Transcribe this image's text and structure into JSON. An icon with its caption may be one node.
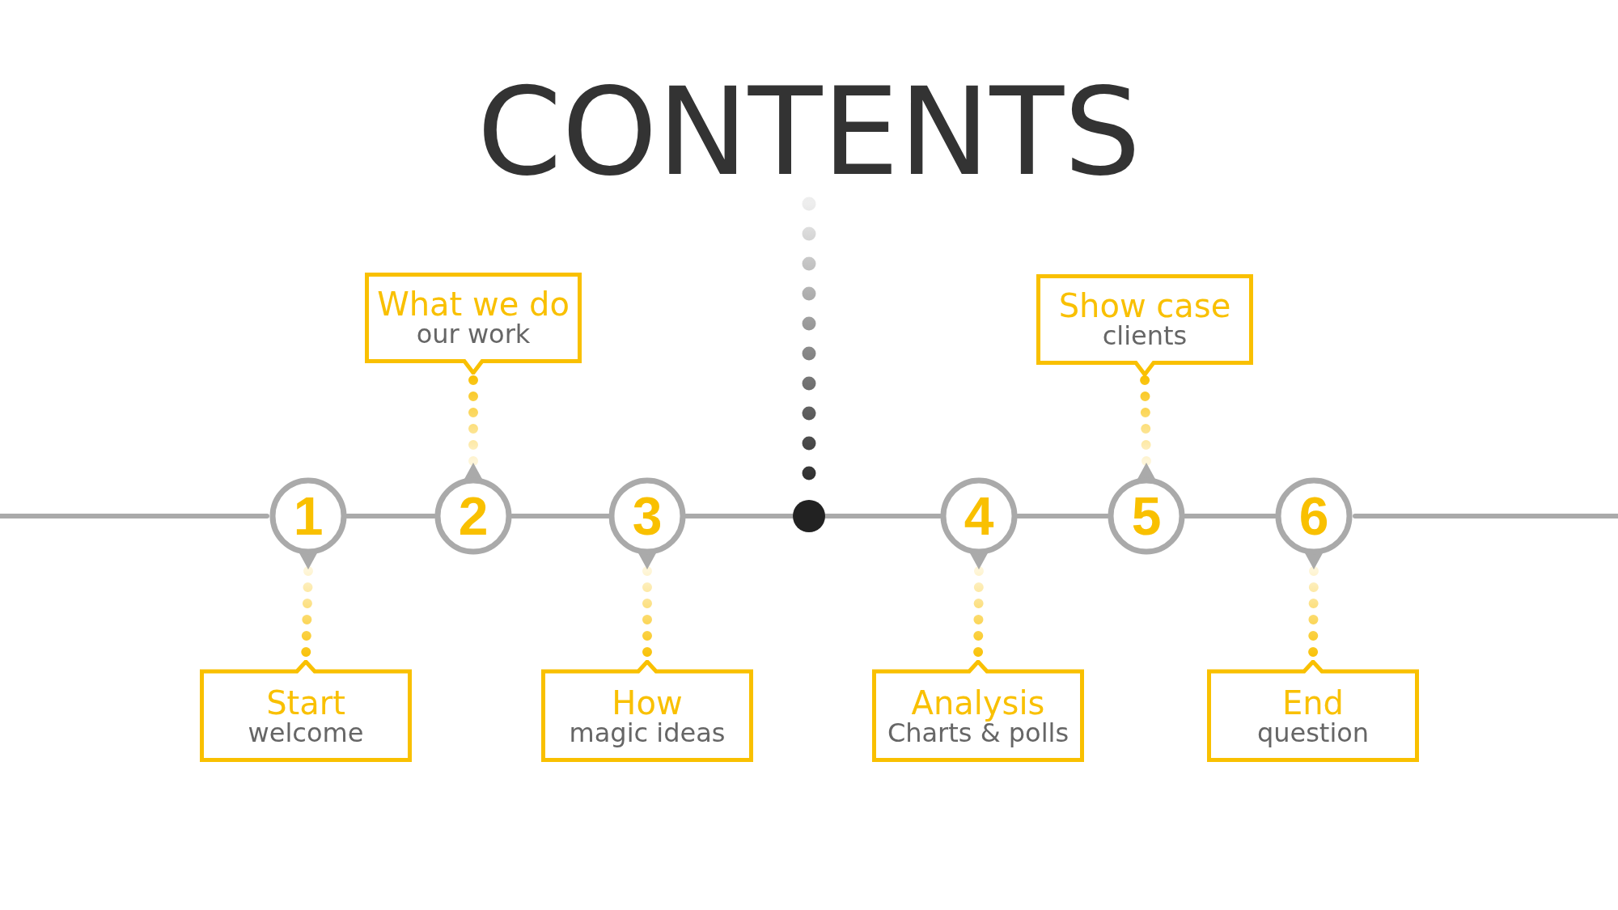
{
  "diagram": {
    "title": "CONTENTS",
    "nodes": [
      {
        "text": [
          "1"
        ]
      },
      {
        "text": [
          "Start",
          "welcome"
        ]
      },
      {
        "text": [
          "2"
        ]
      },
      {
        "text": [
          "What we do",
          "our work"
        ]
      },
      {
        "text": [
          "3"
        ]
      },
      {
        "text": [
          "How",
          "magic ideas"
        ]
      },
      {
        "text": [],
        "shape": "circle"
      },
      {
        "text": [
          "4"
        ]
      },
      {
        "text": [
          "Analysis",
          "Charts & polls"
        ]
      },
      {
        "text": [
          "5"
        ]
      },
      {
        "text": [
          "Show case",
          "clients"
        ]
      },
      {
        "text": [
          "6"
        ]
      },
      {
        "text": [
          "End",
          "question"
        ]
      }
    ],
    "edges": [
      {
        "from": null,
        "to": 0,
        "arrow": "none"
      },
      {
        "from": 0,
        "to": 2,
        "arrow": "none"
      },
      {
        "from": 2,
        "to": 4,
        "arrow": "none"
      },
      {
        "from": 4,
        "to": 6,
        "arrow": "none"
      },
      {
        "from": 6,
        "to": 7,
        "arrow": "none"
      },
      {
        "from": 7,
        "to": 9,
        "arrow": "none"
      },
      {
        "from": 9,
        "to": 11,
        "arrow": "none"
      },
      {
        "from": 11,
        "to": null,
        "arrow": "none"
      },
      {
        "from": 0,
        "to": 1,
        "arrow": "none",
        "style": "dashed",
        "color": "#f9c000"
      },
      {
        "from": 2,
        "to": 3,
        "arrow": "none",
        "style": "dashed",
        "color": "#f9c000"
      },
      {
        "from": 4,
        "to": 5,
        "arrow": "none",
        "style": "dashed",
        "color": "#f9c000"
      },
      {
        "from": 7,
        "to": 8,
        "arrow": "none",
        "style": "dashed",
        "color": "#f9c000"
      },
      {
        "from": 9,
        "to": 10,
        "arrow": "none",
        "style": "dashed",
        "color": "#f9c000"
      },
      {
        "from": 11,
        "to": 12,
        "arrow": "none",
        "style": "dashed",
        "color": "#f9c000"
      },
      {
        "from": null,
        "to": 6,
        "arrow": "none",
        "style": "dashed",
        "color": "#222222"
      }
    ]
  }
}
